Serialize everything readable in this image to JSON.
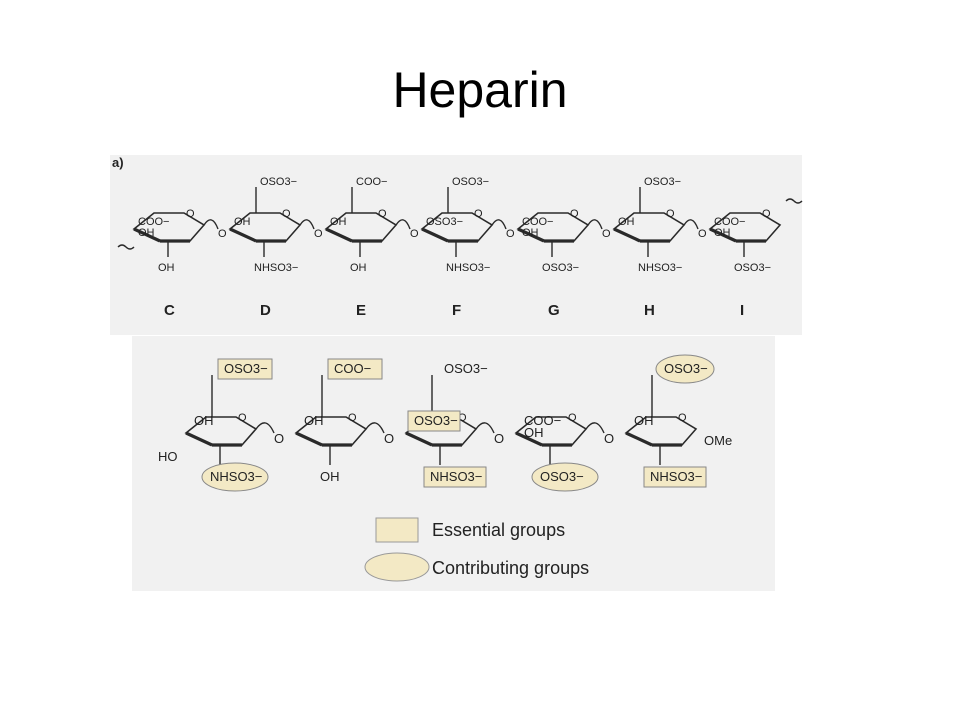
{
  "title": "Heparin",
  "panel_a": {
    "tag": "a)",
    "units": [
      "C",
      "D",
      "E",
      "F",
      "G",
      "H",
      "I"
    ],
    "top_groups": [
      "",
      "OSO3−",
      "COO−",
      "OSO3−",
      "",
      "OSO3−",
      ""
    ],
    "ring_groups_1": [
      "COO−",
      "OH",
      "OH",
      "OSO3−",
      "COO−",
      "OH",
      "COO−"
    ],
    "ring_groups_2": [
      "OH",
      "",
      "",
      "",
      "OH",
      "",
      "OH"
    ],
    "bottom_groups": [
      "OH",
      "NHSO3−",
      "OH",
      "NHSO3−",
      "OSO3−",
      "NHSO3−",
      "OSO3−"
    ],
    "link": "O"
  },
  "panel_b": {
    "top_groups": [
      "OSO3−",
      "COO−",
      "OSO3−",
      "",
      "OSO3−"
    ],
    "ring_groups_1": [
      "OH",
      "OH",
      "OSO3−",
      "COO−",
      "OH"
    ],
    "ring_groups_2": [
      "",
      "",
      "",
      "OH",
      ""
    ],
    "bottom_groups": [
      "NHSO3−",
      "OH",
      "NHSO3−",
      "OSO3−",
      "NHSO3−"
    ],
    "left_group": "HO",
    "end_group": "OMe",
    "link": "O",
    "legend": {
      "essential": "Essential groups",
      "contributing": "Contributing groups"
    }
  },
  "colors": {
    "panel_bg": "#f1f1f1",
    "essential_fill": "#f3e9c5",
    "contributing_fill": "#f3e9c5",
    "line": "#2a2a2a"
  }
}
